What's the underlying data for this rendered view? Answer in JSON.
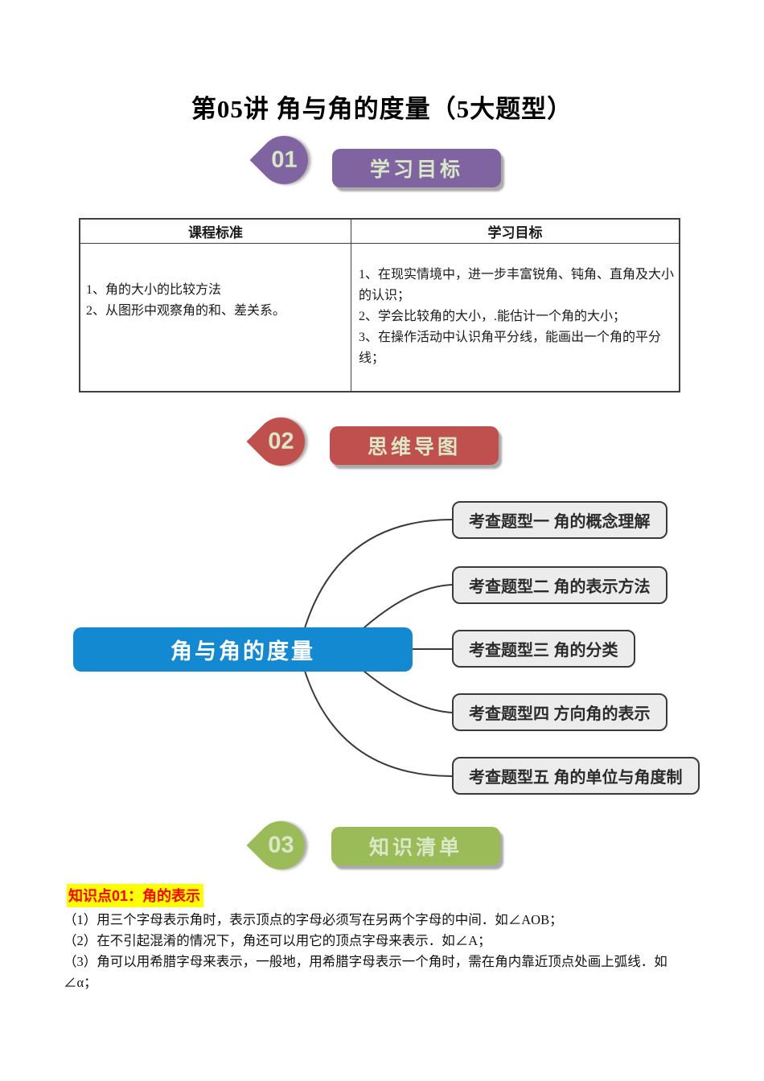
{
  "page": {
    "title": "第05讲 角与角的度量（5大题型）"
  },
  "colors": {
    "section1_purple": "#8064A2",
    "section2_red": "#C0504D",
    "section3_green": "#9BBB59",
    "mindmap_center_blue": "#1389D2",
    "badge_text_green": "#D9E8C6",
    "highlight_yellow": "#FFFF00",
    "highlight_text_red": "#FF0000"
  },
  "sections": [
    {
      "number": "01",
      "label": "学习目标"
    },
    {
      "number": "02",
      "label": "思维导图"
    },
    {
      "number": "03",
      "label": "知识清单"
    }
  ],
  "table": {
    "headers": [
      "课程标准",
      "学习目标"
    ],
    "standards": [
      "1、角的大小的比较方法",
      "2、从图形中观察角的和、差关系。"
    ],
    "objectives": [
      "1、在现实情境中，进一步丰富锐角、钝角、直角及大小的认识；",
      "2、学会比较角的大小，.能估计一个角的大小；",
      "3、在操作活动中认识角平分线，能画出一个角的平分线；"
    ]
  },
  "mindmap": {
    "center": "角与角的度量",
    "branches": [
      "考查题型一  角的概念理解",
      "考查题型二  角的表示方法",
      "考查题型三  角的分类",
      "考查题型四  方向角的表示",
      "考查题型五  角的单位与角度制"
    ]
  },
  "knowledge": {
    "heading": "知识点01：角的表示",
    "items": [
      "（1）用三个字母表示角时，表示顶点的字母必须写在另两个字母的中间．如∠AOB；",
      "（2）在不引起混淆的情况下，角还可以用它的顶点字母来表示．如∠A；",
      "（3）角可以用希腊字母来表示，一般地，用希腊字母表示一个角时，需在角内靠近顶点处画上弧线．如∠α；"
    ]
  }
}
